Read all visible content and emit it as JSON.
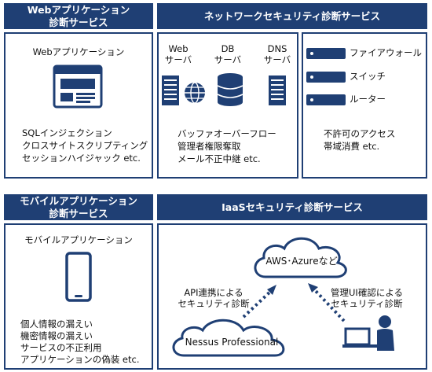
{
  "panels": {
    "web": {
      "header": [
        "Webアプリケーション",
        "診断サービス"
      ],
      "label": "Webアプリケーション",
      "risks": [
        "SQLインジェクション",
        "クロスサイトスクリプティング",
        "セッションハイジャック etc."
      ]
    },
    "network": {
      "header": "ネットワークセキュリティ診断サービス",
      "servers": [
        {
          "line1": "Web",
          "line2": "サーバ"
        },
        {
          "line1": "DB",
          "line2": "サーバ"
        },
        {
          "line1": "DNS",
          "line2": "サーバ"
        }
      ],
      "server_risks": [
        "バッファオーバーフロー",
        "管理者権限奪取",
        "メール不正中継 etc."
      ],
      "devices": [
        "ファイアウォール",
        "スイッチ",
        "ルーター"
      ],
      "device_risks": [
        "不許可のアクセス",
        "帯域消費 etc."
      ]
    },
    "mobile": {
      "header": [
        "モバイルアプリケーション",
        "診断サービス"
      ],
      "label": "モバイルアプリケーション",
      "risks": [
        "個人情報の漏えい",
        "機密情報の漏えい",
        "サービスの不正利用",
        "アプリケーションの偽装 etc."
      ]
    },
    "iaas": {
      "header": "IaaSセキュリティ診断サービス",
      "cloud_top": "AWS･Azureなど",
      "cloud_bottom": "Nessus Professional",
      "left_caption": [
        "API連携による",
        "セキュリティ診断"
      ],
      "right_caption": [
        "管理UI確認による",
        "セキュリティ診断"
      ]
    }
  },
  "colors": {
    "navy": "#1f3f74",
    "white": "#ffffff"
  }
}
